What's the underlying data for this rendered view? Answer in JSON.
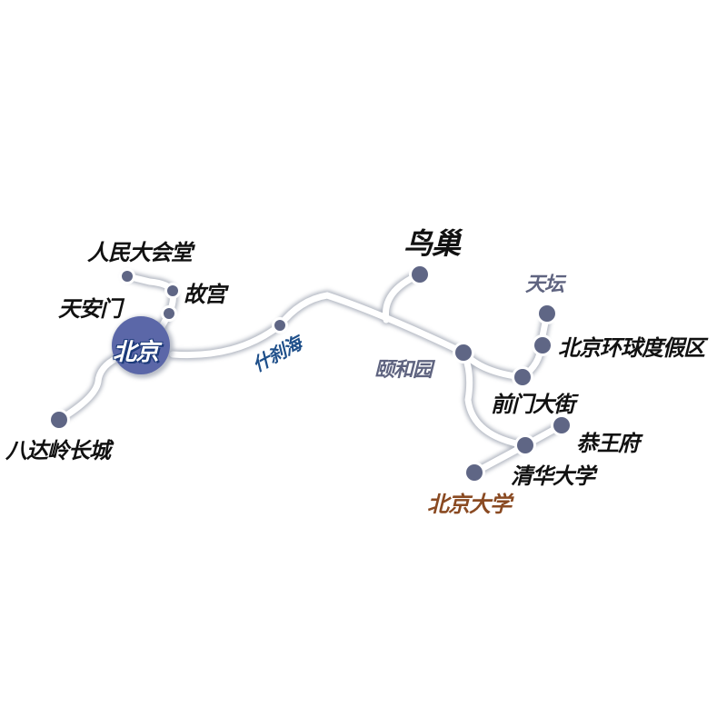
{
  "colors": {
    "background": "#ffffff",
    "track": "#ffffff",
    "track_shadow": "#9aa0ae",
    "station_fill": "#5f6685",
    "hub_fill": "#5b67a8",
    "label_black": "#111111",
    "label_gray": "#5f6480",
    "label_blue": "#1e4f8a",
    "label_brown": "#8a4a22"
  },
  "hub": {
    "label": "北京",
    "icon": "hub-circle"
  },
  "stations": {
    "renmin": {
      "label": "人民大会堂"
    },
    "gugong": {
      "label": "故宫"
    },
    "tiananmen": {
      "label": "天安门"
    },
    "badaling": {
      "label": "八达岭长城"
    },
    "shichahai": {
      "label": "什刹海"
    },
    "niaochao": {
      "label": "鸟巢"
    },
    "yiheyuan": {
      "label": "颐和园"
    },
    "tiantan": {
      "label": "天坛"
    },
    "universal": {
      "label": "北京环球度假区"
    },
    "qianmen": {
      "label": "前门大街"
    },
    "gongwangfu": {
      "label": "恭王府"
    },
    "tsinghua": {
      "label": "清华大学"
    },
    "pku": {
      "label": "北京大学"
    }
  }
}
